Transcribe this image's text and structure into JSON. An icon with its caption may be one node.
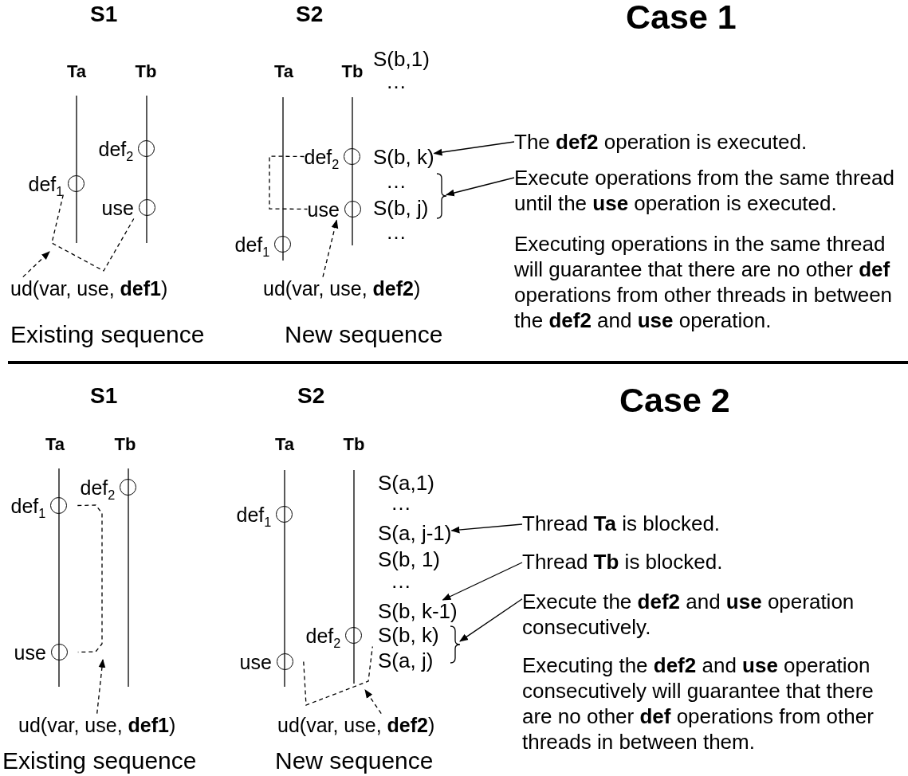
{
  "diagram": {
    "nodes": [
      {
        "text": [
          "def$_{2}$"
        ]
      },
      {
        "text": [
          "def$_{1}$"
        ]
      },
      {
        "text": [
          "use"
        ]
      },
      {
        "text": [
          "ud(var, use, **def1**)"
        ]
      },
      {
        "text": [
          "def$_{2}$"
        ]
      },
      {
        "text": [
          "use"
        ]
      },
      {
        "text": [
          "def$_{1}$"
        ]
      },
      {
        "text": [
          "ud(var, use, **def2**)"
        ]
      },
      {
        "text": [
          "S(b, k)"
        ]
      },
      {
        "text": [],
        "shape": "brace"
      },
      {
        "text": [
          "The **def2** operation is executed."
        ]
      },
      {
        "text": [
          "Execute operations from the same thread until the **use** operation is executed."
        ]
      },
      {
        "text": [
          "def$_{2}$"
        ]
      },
      {
        "text": [
          "def$_{1}$"
        ]
      },
      {
        "text": [
          "use"
        ]
      },
      {
        "text": [
          "ud(var, use, **def1**)"
        ]
      },
      {
        "text": [
          "def$_{1}$"
        ]
      },
      {
        "text": [
          "def$_{2}$"
        ]
      },
      {
        "text": [
          "use"
        ]
      },
      {
        "text": [
          "ud(var, use, **def2**)"
        ]
      },
      {
        "text": [
          "S(a, j-1)"
        ]
      },
      {
        "text": [
          "S(b, k-1)"
        ]
      },
      {
        "text": [],
        "shape": "brace"
      },
      {
        "text": [
          "Thread **Ta** is blocked."
        ]
      },
      {
        "text": [
          "Thread **Tb** is blocked."
        ]
      },
      {
        "text": [
          "Execute the **def2** and **use** operation consecutively."
        ]
      }
    ],
    "edges": [
      {
        "from": 1,
        "to": 2,
        "arrow": "none",
        "style": "dashed"
      },
      {
        "from": 3,
        "to": null,
        "arrow": "to",
        "style": "dashed"
      },
      {
        "from": 4,
        "to": 5,
        "arrow": "none",
        "style": "dashed"
      },
      {
        "from": 7,
        "to": 5,
        "arrow": "to",
        "style": "dashed"
      },
      {
        "from": 10,
        "to": 8,
        "arrow": "to"
      },
      {
        "from": 11,
        "to": 9,
        "arrow": "to"
      },
      {
        "from": 13,
        "to": 14,
        "arrow": "none",
        "style": "dashed"
      },
      {
        "from": 15,
        "to": null,
        "arrow": "to",
        "style": "dashed"
      },
      {
        "from": 18,
        "to": 17,
        "arrow": "none",
        "style": "dashed"
      },
      {
        "from": 19,
        "to": null,
        "arrow": "to",
        "style": "dashed"
      },
      {
        "from": 23,
        "to": 20,
        "arrow": "to"
      },
      {
        "from": 24,
        "to": 21,
        "arrow": "to"
      },
      {
        "from": 25,
        "to": 22,
        "arrow": "to"
      }
    ],
    "labels": [
      "S1",
      "S2",
      "Case 1",
      "Ta",
      "Tb",
      "Ta",
      "Tb",
      "S(b,1)",
      "…",
      "…",
      "S(b, j)",
      "…",
      "Existing sequence",
      "New sequence",
      "Executing operations in the same thread will guarantee that there are no other **def** operations from other threads in between the **def2** and **use** operation.",
      "S1",
      "S2",
      "Case 2",
      "Ta",
      "Tb",
      "Ta",
      "Tb",
      "S(a,1)",
      "…",
      "S(b, 1)",
      "…",
      "S(b, k)",
      "S(a, j)",
      "Executing the **def2** and **use** operation consecutively will guarantee that there are no other **def** operations from other threads in between them.",
      "Existing sequence",
      "New sequence"
    ]
  }
}
